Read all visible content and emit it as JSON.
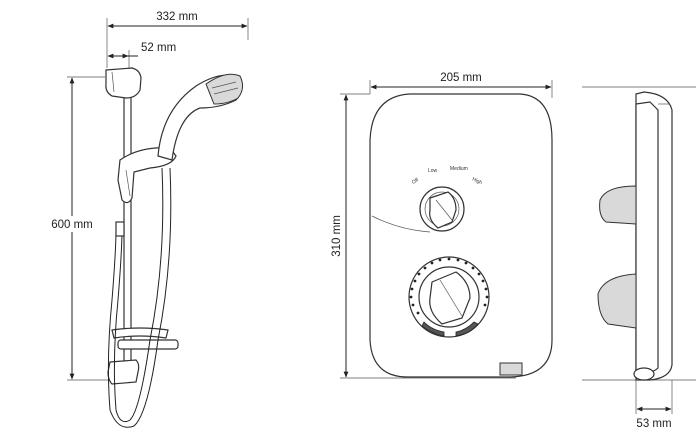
{
  "dimensions": {
    "kit_width": "332 mm",
    "head_offset": "52 mm",
    "kit_height": "600 mm",
    "unit_width": "205 mm",
    "unit_height": "310 mm",
    "unit_depth": "53 mm"
  },
  "dial_labels": {
    "off": "Off",
    "low": "Low",
    "medium": "Medium",
    "high": "High"
  }
}
